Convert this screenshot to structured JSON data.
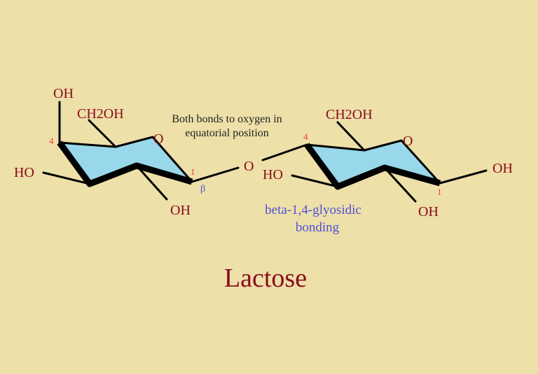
{
  "title": "Lactose",
  "annotation": [
    "Both bonds to oxygen in",
    "equatorial position"
  ],
  "linkage_label": [
    "beta-1,4-glyosidic",
    "bonding"
  ],
  "bridge_oxygen": "O",
  "left_ring": {
    "c4_oh": "OH",
    "ch2oh": "CH2OH",
    "ring_o": "O",
    "c3_ho": "HO",
    "c2_oh": "OH",
    "c1_number": "1",
    "c4_number": "4",
    "anomer": "β"
  },
  "right_ring": {
    "ch2oh": "CH2OH",
    "ring_o": "O",
    "c3_ho": "HO",
    "c2_oh": "OH",
    "c1_oh": "OH",
    "c1_number": "1",
    "c4_number": "4"
  },
  "colors": {
    "background": "#EDE0A8",
    "ring": "#98D8EA",
    "groups": "#8B0A1E",
    "blue_text": "#5050D8"
  }
}
